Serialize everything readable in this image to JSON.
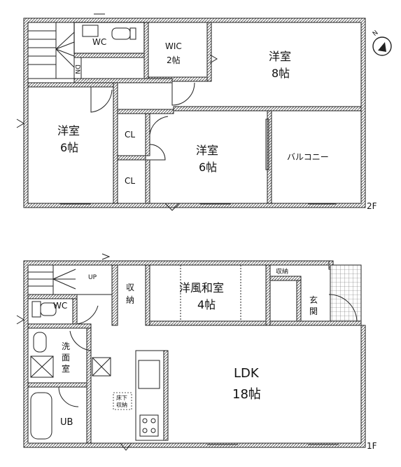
{
  "floors": {
    "second": {
      "label": "2F",
      "rooms": {
        "wc_label": "WC",
        "wic_name": "WIC",
        "wic_size": "2帖",
        "yoshitsu8_name": "洋室",
        "yoshitsu8_size": "8帖",
        "yoshitsu6a_name": "洋室",
        "yoshitsu6a_size": "6帖",
        "yoshitsu6b_name": "洋室",
        "yoshitsu6b_size": "6帖",
        "cl1": "CL",
        "cl2": "CL",
        "balcony": "バルコニー",
        "stairs_dn": "DN"
      }
    },
    "first": {
      "label": "1F",
      "rooms": {
        "stairs_up": "UP",
        "wc_label": "WC",
        "storage1_line1": "収",
        "storage1_line2": "納",
        "washitsu_name": "洋風和室",
        "washitsu_size": "4帖",
        "storage2": "収納",
        "genkan_line1": "玄",
        "genkan_line2": "関",
        "senmen_line1": "洗",
        "senmen_line2": "面",
        "senmen_line3": "室",
        "ldk_name": "LDK",
        "ldk_size": "18帖",
        "yukashita_line1": "床下",
        "yukashita_line2": "収納",
        "ub": "UB"
      }
    }
  },
  "compass": {
    "label": "N"
  }
}
